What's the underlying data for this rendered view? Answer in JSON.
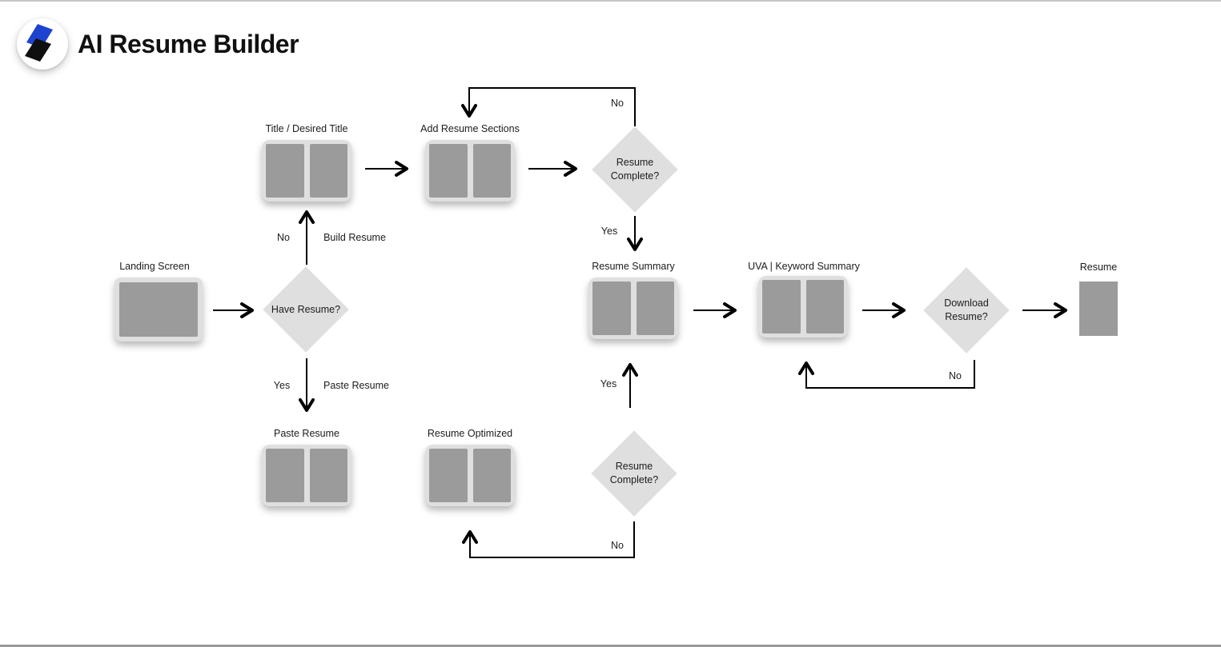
{
  "header": {
    "title": "AI Resume Builder",
    "logo_icon": "layered-bolt-icon"
  },
  "colors": {
    "node_fill": "#dfdfdf",
    "pane_fill": "#9b9b9b",
    "arrow": "#000000",
    "label_text": "#1c1c1c",
    "logo_blue": "#1d43d0",
    "logo_black": "#0f0f0f",
    "top_border": "#c7c7c7",
    "bottom_bar": "#9a9a9a"
  },
  "flowchart": {
    "nodes": {
      "landing": {
        "label": "Landing Screen",
        "type": "screen"
      },
      "title": {
        "label": "Title / Desired Title",
        "type": "screen-pair"
      },
      "add_sections": {
        "label": "Add Resume Sections",
        "type": "screen-pair"
      },
      "resume_complete_top": {
        "label": "Resume Complete?",
        "type": "decision"
      },
      "have_resume": {
        "label": "Have Resume?",
        "type": "decision"
      },
      "resume_summary": {
        "label": "Resume Summary",
        "type": "screen-pair"
      },
      "uva_keyword": {
        "label": "UVA | Keyword Summary",
        "type": "screen-pair"
      },
      "download_resume": {
        "label": "Download Resume?",
        "type": "decision"
      },
      "resume": {
        "label": "Resume",
        "type": "document"
      },
      "paste_resume": {
        "label": "Paste Resume",
        "type": "screen-pair"
      },
      "resume_optimized": {
        "label": "Resume Optimized",
        "type": "screen-pair"
      },
      "resume_complete_bottom": {
        "label": "Resume Complete?",
        "type": "decision"
      }
    },
    "edge_labels": {
      "no_top_loop": "No",
      "yes_top": "Yes",
      "no_build": "No",
      "build_resume": "Build Resume",
      "yes_paste": "Yes",
      "paste_resume": "Paste Resume",
      "yes_bottom": "Yes",
      "no_bottom_loop": "No",
      "no_right_loop": "No"
    }
  }
}
